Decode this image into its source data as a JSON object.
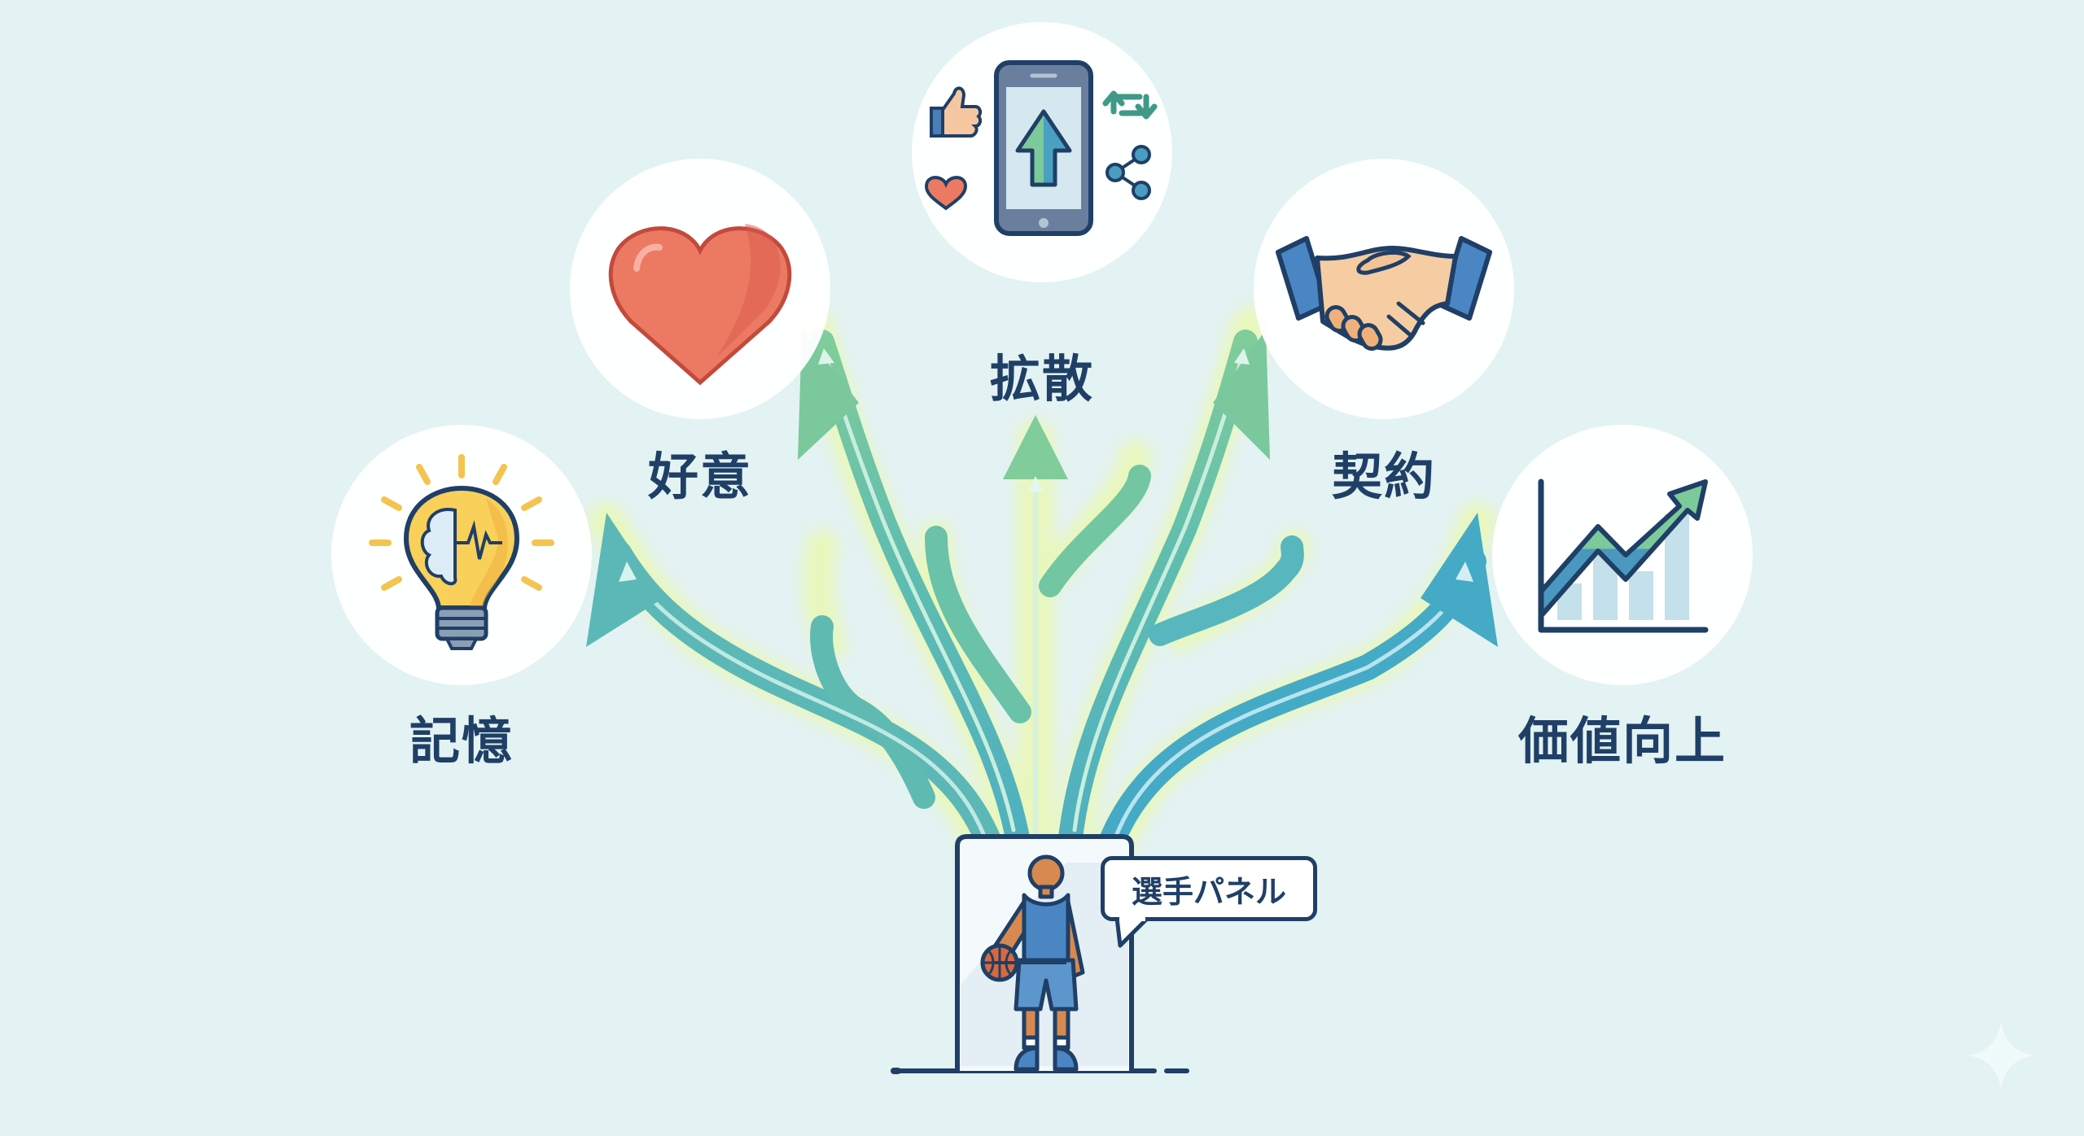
{
  "diagram": {
    "center": {
      "label": "選手パネル",
      "icon": "basketball-player-icon"
    },
    "outcomes": [
      {
        "label": "記憶",
        "icon": "lightbulb-brain-icon",
        "position": "left"
      },
      {
        "label": "好意",
        "icon": "heart-icon",
        "position": "upper-left"
      },
      {
        "label": "拡散",
        "icon": "smartphone-share-icon",
        "position": "top"
      },
      {
        "label": "契約",
        "icon": "handshake-icon",
        "position": "upper-right"
      },
      {
        "label": "価値向上",
        "icon": "growth-chart-icon",
        "position": "right"
      }
    ],
    "colors": {
      "background": "#e3f2f2",
      "text": "#1f3f66",
      "arrow_teal": "#5bb7b5",
      "arrow_green": "#7cc99a",
      "arrow_blue": "#4aa8c8",
      "glow": "#e7f7b0",
      "heart": "#e9705a",
      "bulb": "#f6c94a"
    }
  }
}
